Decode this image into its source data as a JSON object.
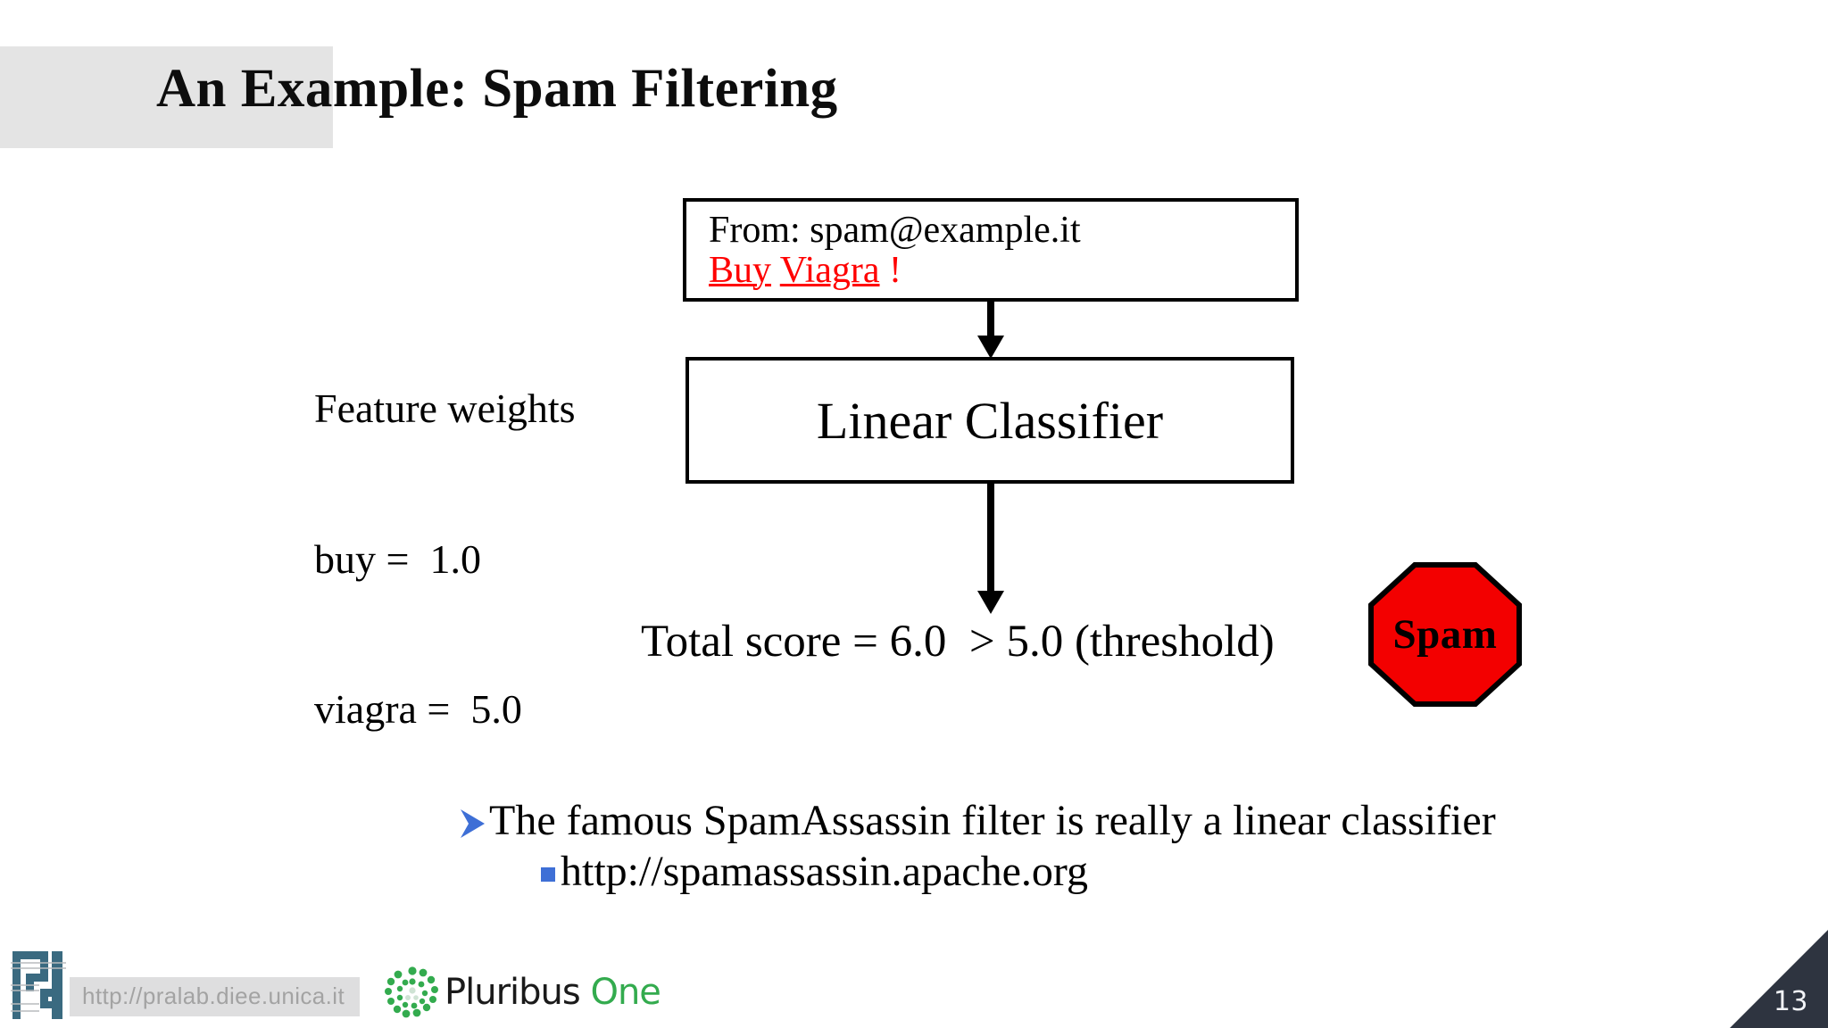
{
  "slide": {
    "title": "An Example: Spam Filtering",
    "page_number": "13",
    "title_band_color": "#e4e4e4",
    "corner_color": "#2e3440"
  },
  "feature_weights": {
    "heading": "Feature weights",
    "line_buy": "buy =  1.0",
    "line_viagra": "viagra =  5.0"
  },
  "email_box": {
    "from_line": "From: spam@example.it",
    "body_word_1": "Buy",
    "body_word_2": "Viagra",
    "body_suffix": " !",
    "body_color": "#ff0000"
  },
  "classifier_box": {
    "label": "Linear Classifier"
  },
  "score": {
    "text": "Total score = 6.0  > 5.0 (threshold)",
    "total_score": "6.0",
    "threshold": "5.0"
  },
  "spam_sign": {
    "label": "Spam",
    "fill_color": "#f30000",
    "stroke_color": "#000000"
  },
  "bullets": {
    "level1": "The famous SpamAssassin filter is really a linear classifier",
    "level2": "http://spamassassin.apache.org",
    "bullet_color": "#3e6fd6"
  },
  "footer": {
    "url": "http://pralab.diee.unica.it",
    "url_band_color": "#dededf",
    "pluribus_word_1": "Pluribus",
    "pluribus_word_2": "One",
    "pluribus_green": "#33ab4e",
    "pralab_teal": "#3a6a80"
  }
}
